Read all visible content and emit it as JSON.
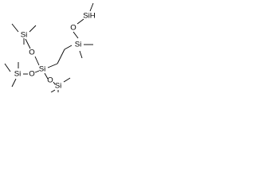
{
  "structure": {
    "atoms": {
      "si_central": "Si",
      "o_upper": "O",
      "o_left": "O",
      "o_lower": "O",
      "si_upper": "Si",
      "si_left": "Si",
      "si_lower": "Si",
      "si_side": "Si",
      "o_side": "O",
      "si_terminal": "SiH"
    }
  }
}
